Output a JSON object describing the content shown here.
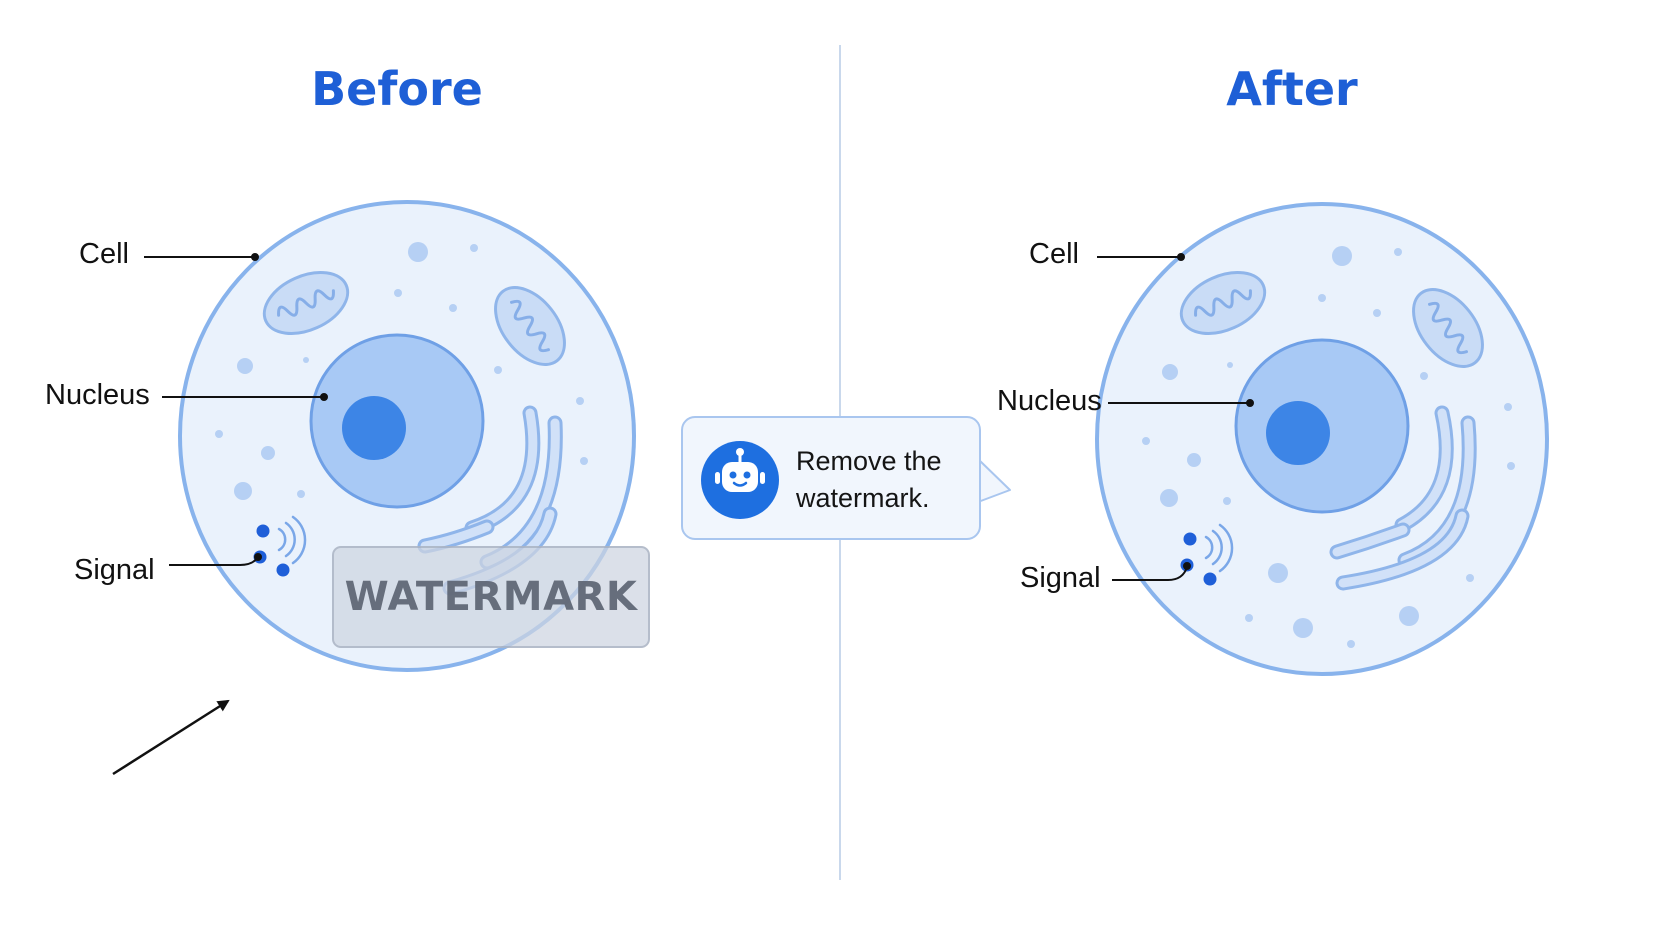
{
  "before": {
    "title": "Before",
    "labels": {
      "cell": "Cell",
      "nucleus": "Nucleus",
      "signal": "Signal"
    }
  },
  "after": {
    "title": "After",
    "labels": {
      "cell": "Cell",
      "nucleus": "Nucleus",
      "signal": "Signal"
    }
  },
  "watermark": {
    "text": "WATERMARK"
  },
  "assistant": {
    "message": "Remove the watermark.",
    "icon": "robot-icon"
  },
  "colors": {
    "title": "#1e5fd6",
    "cell_fill": "#eaf2fc",
    "cell_stroke": "#88b3ec",
    "nucleus_fill": "#a8c9f5",
    "nucleolus": "#3d85e6",
    "signal_dot": "#1f5fd8"
  }
}
